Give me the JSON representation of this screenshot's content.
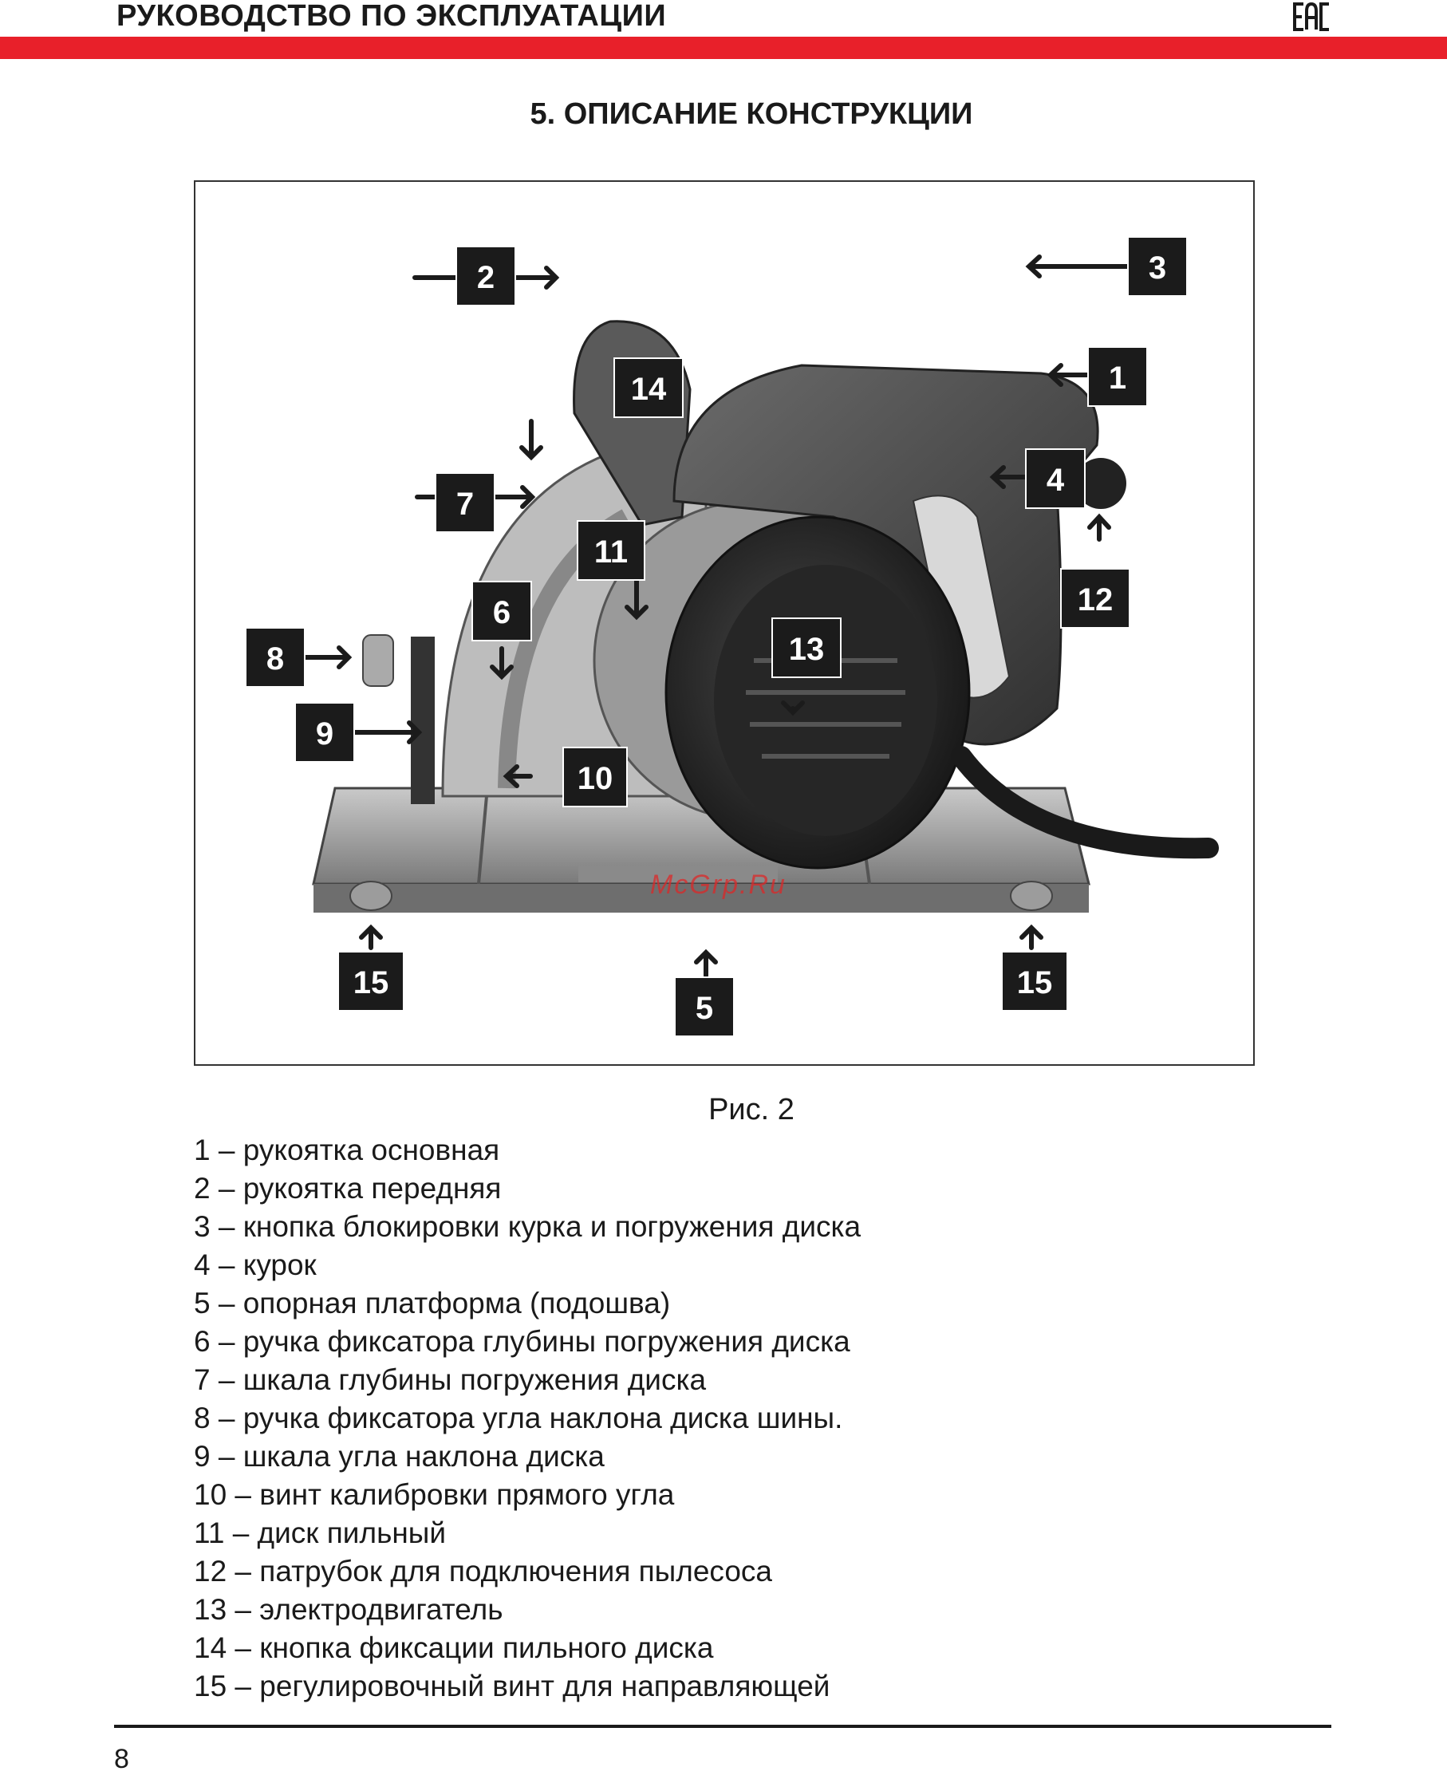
{
  "header": {
    "title": "РУКОВОДСТВО ПО ЭКСПЛУАТАЦИИ",
    "logo_text": "ЕАС"
  },
  "colors": {
    "accent": "#e8202a",
    "callout_bg": "#1b1b1b"
  },
  "section": {
    "title": "5. ОПИСАНИЕ КОНСТРУКЦИИ"
  },
  "figure": {
    "caption": "Рис. 2",
    "watermark": "McGrp.Ru",
    "callouts": [
      "1",
      "2",
      "3",
      "4",
      "5",
      "6",
      "7",
      "8",
      "9",
      "10",
      "11",
      "12",
      "13",
      "14",
      "15",
      "15"
    ]
  },
  "legend": {
    "items": [
      "1 – рукоятка основная",
      "2 – рукоятка передняя",
      "3 – кнопка блокировки курка и погружения диска",
      "4 – курок",
      "5 – опорная платформа (подошва)",
      "6 – ручка фиксатора глубины погружения диска",
      "7 – шкала глубины погружения диска",
      "8 – ручка фиксатора угла наклона диска шины.",
      "9 – шкала угла наклона диска",
      "10 – винт калибровки прямого угла",
      "11 – диск пильный",
      "12 – патрубок для подключения пылесоса",
      "13 – электродвигатель",
      "14 – кнопка фиксации пильного диска",
      "15 – регулировочный винт для направляющей"
    ]
  },
  "footer": {
    "page_number": "8"
  }
}
